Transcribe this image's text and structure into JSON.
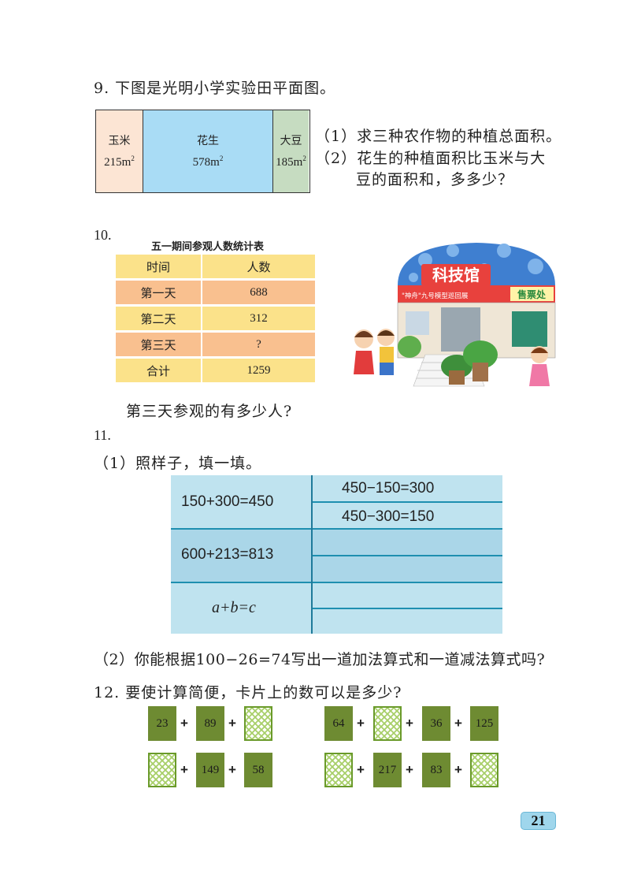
{
  "q9": {
    "title": "9. 下图是光明小学实验田平面图。",
    "plots": [
      {
        "name": "玉米",
        "area": "215m",
        "sup": "2",
        "color": "#fce5d4"
      },
      {
        "name": "花生",
        "area": "578m",
        "sup": "2",
        "color": "#a9dcf5"
      },
      {
        "name": "大豆",
        "area": "185m",
        "sup": "2",
        "color": "#c6dcc1"
      }
    ],
    "q1": "（1）求三种农作物的种植总面积。",
    "q2a": "（2）花生的种植面积比玉米与大",
    "q2b": "豆的面积和，多多少？"
  },
  "q10": {
    "number": "10.",
    "table_title": "五一期间参观人数统计表",
    "headers": [
      "时间",
      "人数"
    ],
    "rows": [
      {
        "day": "第一天",
        "count": "688"
      },
      {
        "day": "第二天",
        "count": "312"
      },
      {
        "day": "第三天",
        "count": "?"
      },
      {
        "day": "合计",
        "count": "1259"
      }
    ],
    "sign": "科技馆",
    "banner": "\"神舟\"九号模型巡回展",
    "ticket": "售票处",
    "question": "第三天参观的有多少人?"
  },
  "q11": {
    "number": "11.",
    "part1": "（1）照样子，填一填。",
    "left": [
      "150+300=450",
      "600+213=813",
      "a+b=c"
    ],
    "right": [
      "450−150=300",
      "450−300=150"
    ],
    "part2": "（2）你能根据100−26=74写出一道加法算式和一道减法算式吗?"
  },
  "q12": {
    "title": "12. 要使计算简便，卡片上的数可以是多少?",
    "row1_left": [
      "23",
      "89"
    ],
    "row1_right": [
      "64",
      "36",
      "125"
    ],
    "row2_left": [
      "149",
      "58"
    ],
    "row2_right": [
      "217",
      "83"
    ],
    "plus": "+"
  },
  "page_number": "21"
}
